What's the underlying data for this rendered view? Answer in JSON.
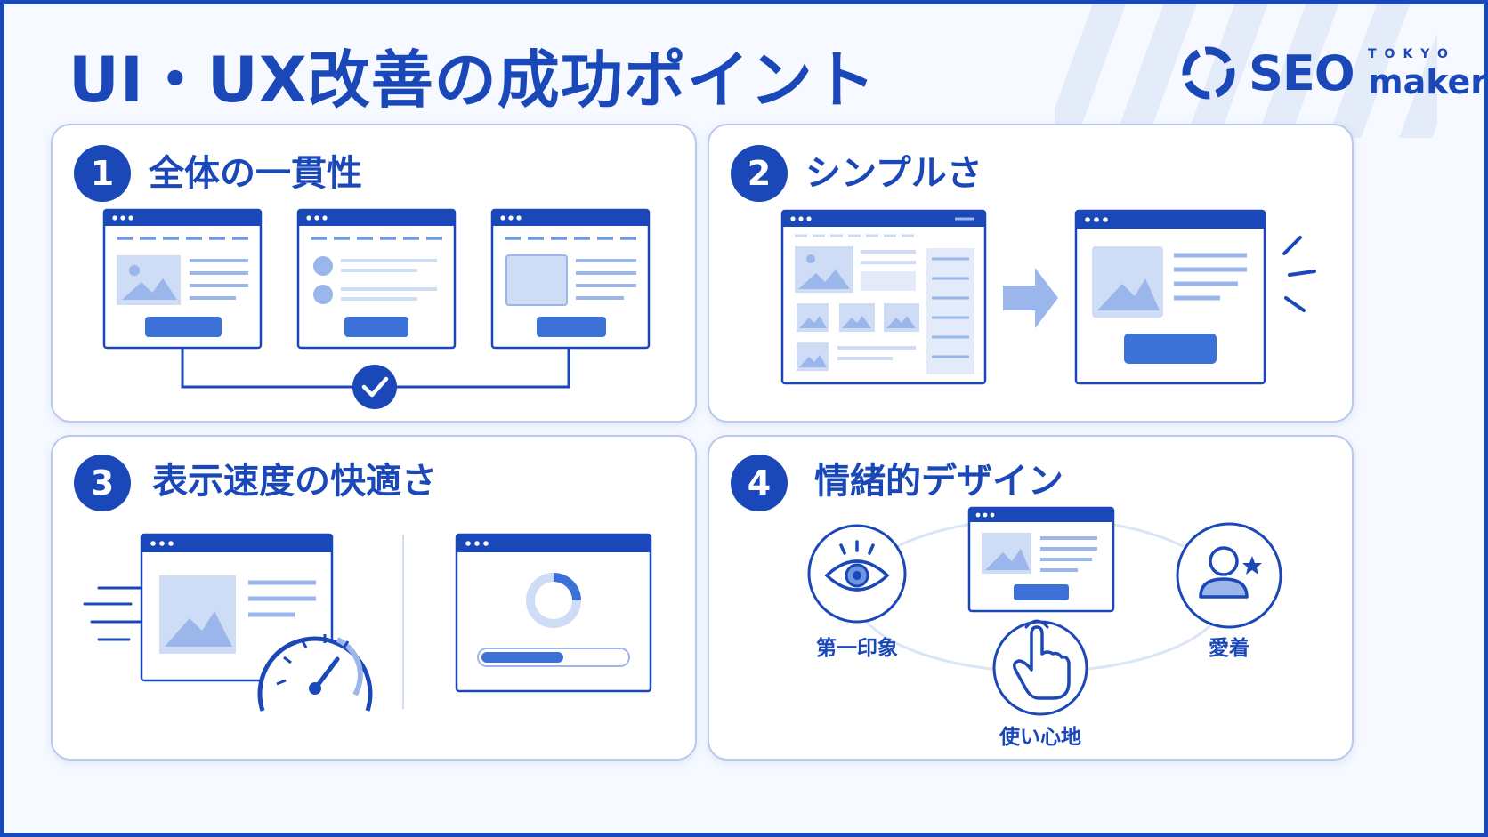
{
  "header": {
    "title": "UI・UX改善の成功ポイント",
    "logo": {
      "tokyo": "TOKYO",
      "seo": "SEO",
      "maker": "maker"
    }
  },
  "colors": {
    "primary": "#1b48b8",
    "secondary": "#3c72d8",
    "light": "#cfdcf5",
    "border": "#b8c9ec",
    "background": "#f6f9ff"
  },
  "panels": [
    {
      "number": "1",
      "title": "全体の一貫性"
    },
    {
      "number": "2",
      "title": "シンプルさ"
    },
    {
      "number": "3",
      "title": "表示速度の快適さ"
    },
    {
      "number": "4",
      "title": "情緒的デザイン",
      "labels": [
        "第一印象",
        "使い心地",
        "愛着"
      ]
    }
  ]
}
